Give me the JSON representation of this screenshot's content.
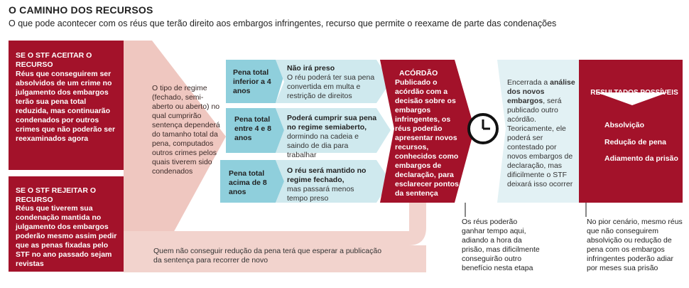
{
  "header": {
    "title": "O CAMINHO DOS RECURSOS",
    "subtitle": "O que pode acontecer com os réus que terão direito aos embargos infringentes, recurso que permite o reexame de parte das condenações"
  },
  "box_aceitar": {
    "heading": "SE O STF ACEITAR O RECURSO",
    "body": "Réus que conseguirem ser absolvidos de um crime no julgamento dos embargos terão sua pena total reduzida, mas continuarão condenados por outros crimes que não poderão ser reexaminados agora"
  },
  "box_rejeitar": {
    "heading": "SE O STF REJEITAR O RECURSO",
    "body": "Réus que tiverem sua condenação mantida no julgamento dos embargos poderão mesmo assim pedir que as penas fixadas pelo STF no ano passado sejam revistas"
  },
  "regime_text": "O tipo de regime (fechado, semi-aberto ou aberto) no qual cumprirão sentença dependerá do tamanho total da pena, computados outros crimes pelos quais tiverem sido condenados",
  "penas": [
    {
      "label": "Pena total inferior a 4 anos",
      "outcome_title": "Não irá preso",
      "outcome_body": "O réu poderá ter sua pena convertida em multa e restrição de direitos"
    },
    {
      "label": "Pena total entre 4 e 8 anos",
      "outcome_title": "Poderá cumprir sua pena no regime semiaberto,",
      "outcome_body": "dormindo na cadeia e saindo de dia para trabalhar"
    },
    {
      "label": "Pena total acima de 8 anos",
      "outcome_title": "O réu será mantido no regime fechado,",
      "outcome_body": "mas passará menos tempo preso"
    }
  ],
  "acordao": {
    "heading": "ACÓRDÃO",
    "body": "Publicado o acórdão com a decisão sobre os embargos infringentes, os réus poderão apresentar novos recursos, conhecidos como embargos de declaração, para esclarecer pontos da sentença"
  },
  "bottom_note": "Quem não conseguir redução da pena terá que esperar a publicação da sentença para recorrer de novo",
  "clock_note": "Os réus poderão ganhar tempo aqui, adiando a hora da prisão, mas dificilmente conseguirão outro benefício nesta etapa",
  "analise": {
    "intro": "Encerrada a",
    "bold": "análise dos novos embargos",
    "rest": ", será publicado outro acórdão. Teoricamente, ele poderá ser contestado por novos embargos de declaração, mas dificilmente o STF deixará isso ocorrer"
  },
  "resultados": {
    "heading": "RESULTADOS POSSÍVEIS",
    "items": [
      "Absolvição",
      "Redução de pena",
      "Adiamento da prisão"
    ],
    "note": "No pior cenário, mesmo réus que não conseguirem absolvição ou redução de pena com os embargos infringentes poderão adiar por meses sua prisão"
  },
  "colors": {
    "dark_red": "#a3122a",
    "pink": "#efc7c0",
    "light_pink": "#f6dcd6",
    "light_blue": "#cfe9ee",
    "blue": "#8fcfdc",
    "pale_blue": "#e2f1f4"
  }
}
